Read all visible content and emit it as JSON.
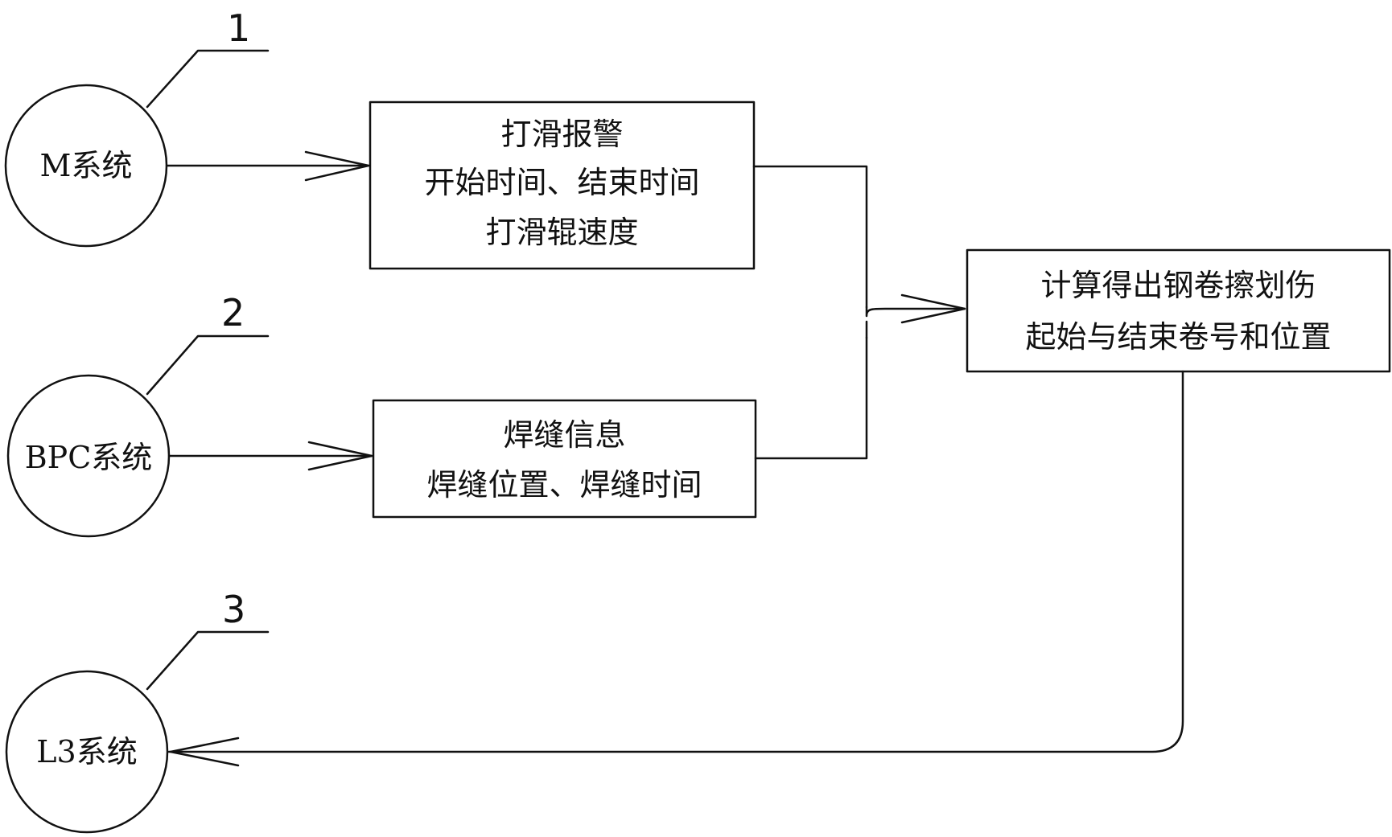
{
  "nodes": [
    {
      "id": "m-system",
      "label": "M系统",
      "number": "1"
    },
    {
      "id": "bpc-system",
      "label": "BPC系统",
      "number": "2"
    },
    {
      "id": "l3-system",
      "label": "L3系统",
      "number": "3"
    }
  ],
  "boxes": {
    "slip_alarm": {
      "lines": [
        "打滑报警",
        "开始时间、结束时间",
        "打滑辊速度"
      ]
    },
    "weld_info": {
      "lines": [
        "焊缝信息",
        "焊缝位置、焊缝时间"
      ]
    },
    "result": {
      "lines": [
        "计算得出钢卷擦划伤",
        "起始与结束卷号和位置"
      ]
    }
  },
  "colors": {
    "stroke": "#111111",
    "background": "#ffffff"
  }
}
